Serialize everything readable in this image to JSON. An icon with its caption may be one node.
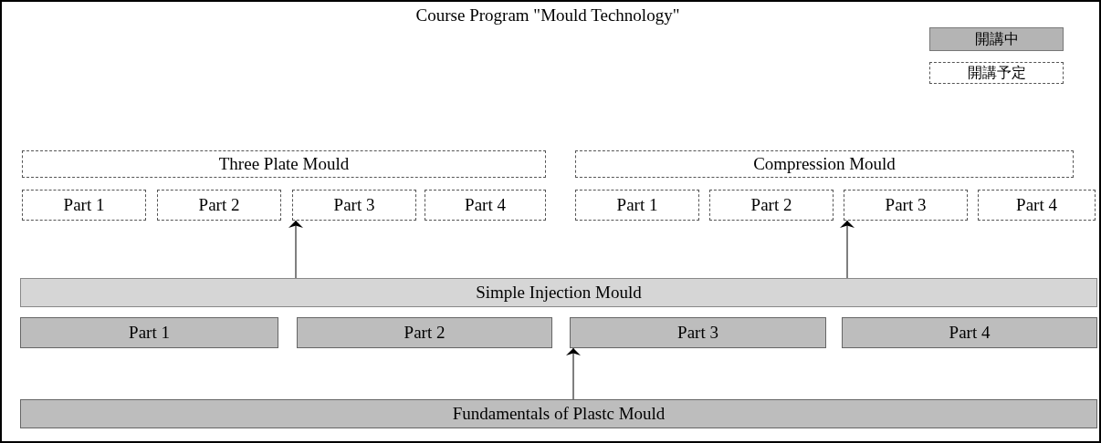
{
  "diagram": {
    "title": "Course Program \"Mould Technology\"",
    "nodes": [
      {
        "text": [
          "Three Plate Mould"
        ]
      },
      {
        "text": [
          "Part 1"
        ]
      },
      {
        "text": [
          "Part 2"
        ]
      },
      {
        "text": [
          "Part 3"
        ]
      },
      {
        "text": [
          "Part 4"
        ]
      },
      {
        "text": [
          "Compression Mould"
        ]
      },
      {
        "text": [
          "Part 1"
        ]
      },
      {
        "text": [
          "Part 2"
        ]
      },
      {
        "text": [
          "Part 3"
        ]
      },
      {
        "text": [
          "Part 4"
        ]
      },
      {
        "text": [
          "Simple Injection Mould"
        ]
      },
      {
        "text": [
          "Part 1"
        ]
      },
      {
        "text": [
          "Part 2"
        ]
      },
      {
        "text": [
          "Part 3"
        ]
      },
      {
        "text": [
          "Part 4"
        ]
      },
      {
        "text": [
          "Fundamentals of Plastc Mould"
        ]
      }
    ],
    "edges": [
      {
        "from": 10,
        "to": 3,
        "arrow": "to"
      },
      {
        "from": 10,
        "to": 8,
        "arrow": "to"
      },
      {
        "from": 15,
        "to": 13,
        "arrow": "to"
      }
    ],
    "legend": [
      {
        "text": "開講中",
        "color": "#b4b4b4"
      },
      {
        "text": "開講予定",
        "color": "#ffffff"
      }
    ]
  }
}
